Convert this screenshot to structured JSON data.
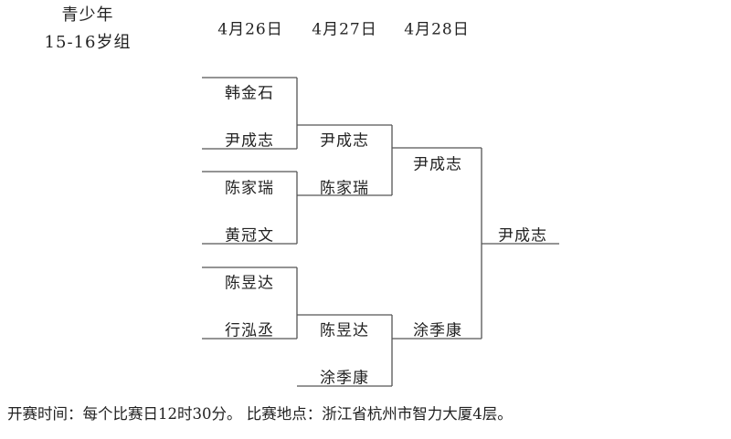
{
  "header": {
    "category": "青少年",
    "group": "15-16岁组"
  },
  "dates": [
    "4月26日",
    "4月27日",
    "4月28日"
  ],
  "round1": [
    {
      "top": "韩金石",
      "bottom": "尹成志"
    },
    {
      "top": "陈家瑞",
      "bottom": "黄冠文"
    },
    {
      "top": "陈昱达",
      "bottom": "行泓丞"
    }
  ],
  "round2": [
    {
      "top": "尹成志",
      "bottom": "陈家瑞"
    },
    {
      "top": "陈昱达",
      "bottom": "涂季康"
    }
  ],
  "round3": {
    "top": "尹成志",
    "bottom": "涂季康"
  },
  "champion": "尹成志",
  "footer": "开赛时间：每个比赛日12时30分。 比赛地点：浙江省杭州市智力大厦4层。"
}
